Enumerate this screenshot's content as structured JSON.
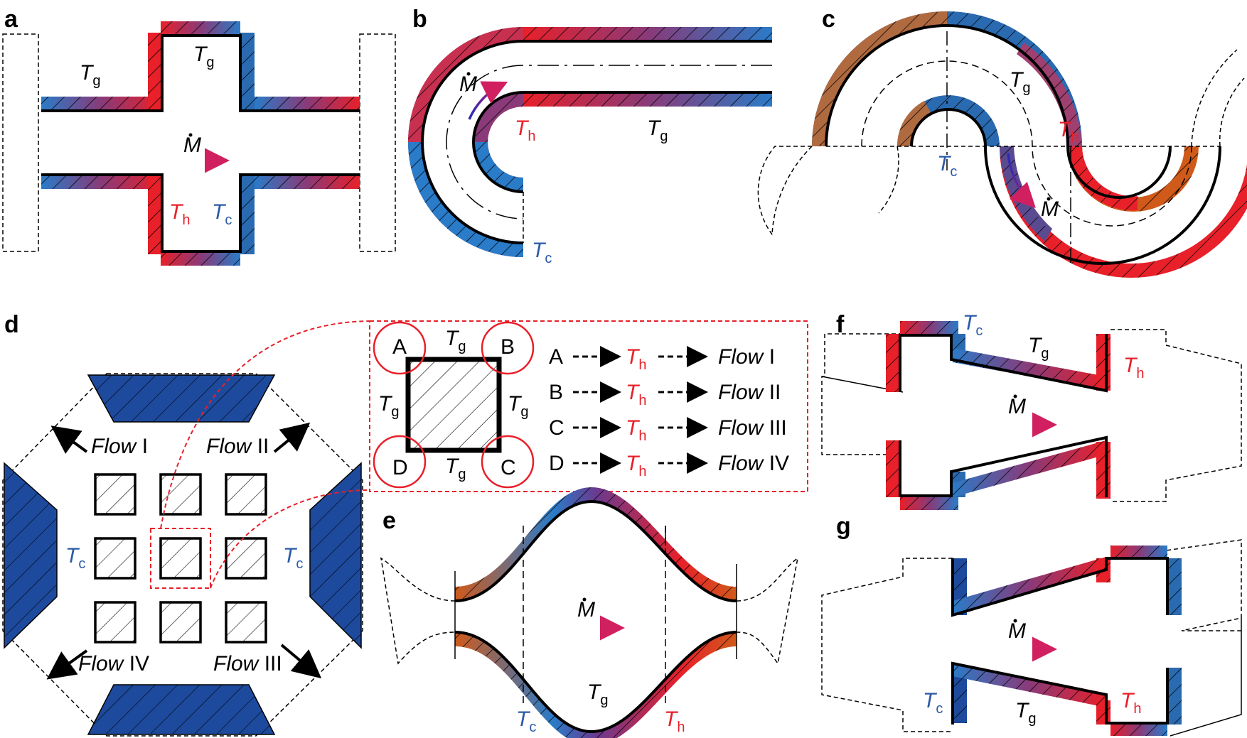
{
  "panels": {
    "a": "a",
    "b": "b",
    "c": "c",
    "d": "d",
    "e": "e",
    "f": "f",
    "g": "g"
  },
  "symbols": {
    "T": "T",
    "g_sub": "g",
    "h_sub": "h",
    "c_sub": "c",
    "M": "M"
  },
  "flows": {
    "flow_word": "Flow",
    "I": "I",
    "II": "II",
    "III": "III",
    "IV": "IV"
  },
  "corners": {
    "A": "A",
    "B": "B",
    "C": "C",
    "D": "D"
  },
  "colors": {
    "hot": "#e8202a",
    "cold": "#2a6ab0",
    "mid": "#8a3a78",
    "dark_blue": "#1d4a9c",
    "orange": "#d05a1a"
  }
}
